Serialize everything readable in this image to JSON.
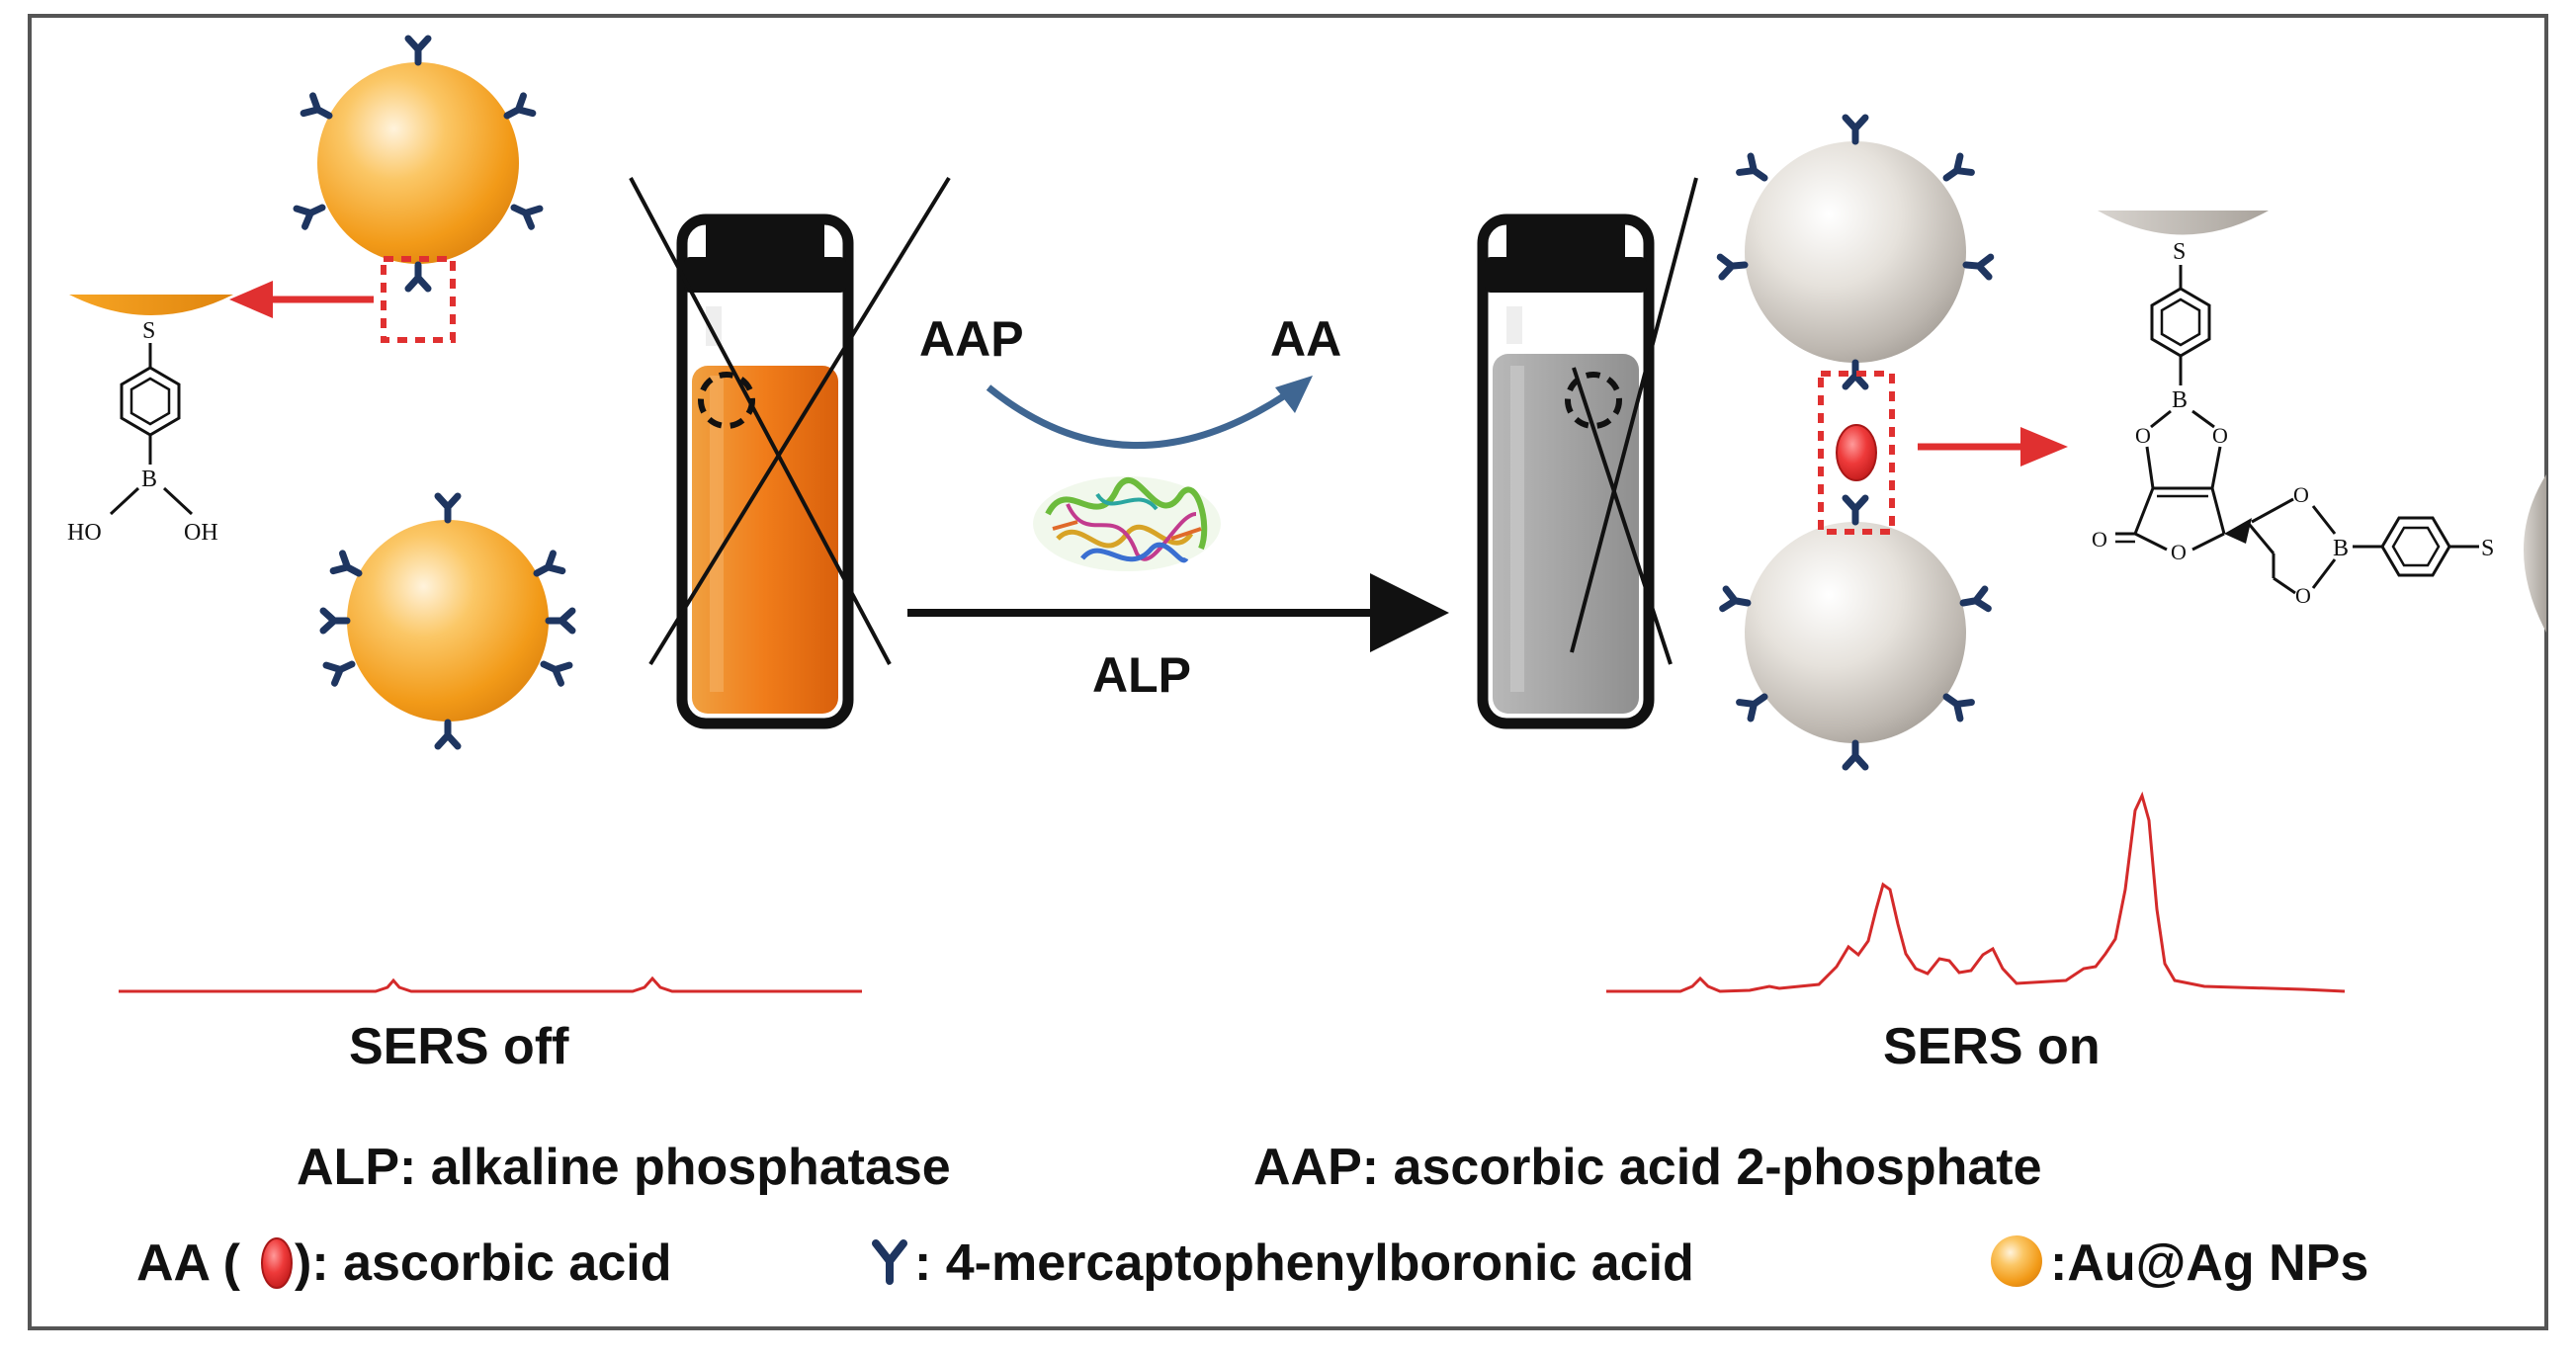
{
  "diagram": {
    "labels": {
      "aap": "AAP",
      "aa": "AA",
      "alp": "ALP",
      "sers_off": "SERS off",
      "sers_on": "SERS on"
    },
    "legend": {
      "alp_def": "ALP: alkaline phosphatase",
      "aap_def": "AAP: ascorbic acid 2-phosphate",
      "aa_prefix": "AA (",
      "aa_suffix": "): ascorbic acid",
      "mpba_def": ": 4-mercaptophenylboronic  acid",
      "np_def": ":Au@Ag NPs"
    },
    "chemistry": {
      "s_atom": "S",
      "b_atom": "B",
      "ho": "HO",
      "oh": "OH",
      "o_atom": "O"
    },
    "colors": {
      "nanoparticle_orange": "#f5a020",
      "nanoparticle_grey": "#cfcac4",
      "ligand_navy": "#1e3560",
      "spectrum_red": "#d42a2a",
      "arrow_red": "#e03030",
      "curved_arrow_blue": "#3f6692",
      "vial_liquid_orange": "#e8781a",
      "vial_liquid_grey": "#a8a8a8"
    },
    "icons": [
      "ligand-y-icon",
      "ascorbic-acid-oval-icon",
      "nanoparticle-icon",
      "enzyme-structure-icon"
    ]
  }
}
